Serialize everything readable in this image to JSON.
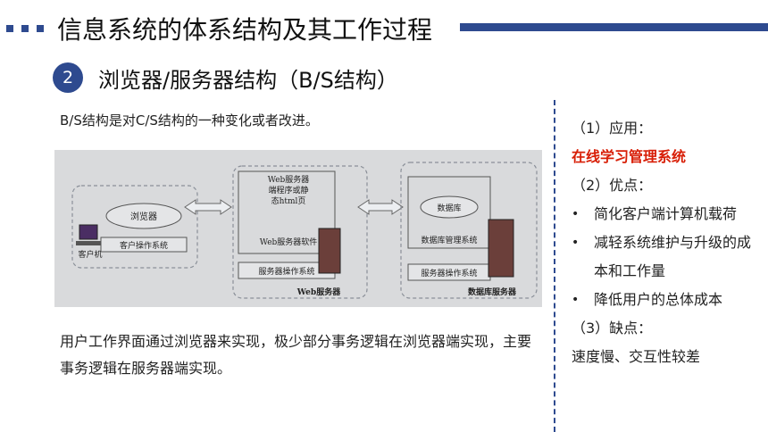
{
  "header": {
    "title": "信息系统的体系结构及其工作过程",
    "accent_color": "#2e4a8f"
  },
  "section": {
    "number": "2",
    "title": "浏览器/服务器结构（B/S结构）"
  },
  "intro": "B/S结构是对C/S结构的一种变化或者改进。",
  "diagram": {
    "browser": "浏览器",
    "client_os": "客户操作系统",
    "client": "客户机",
    "web_server_line1": "Web服务器",
    "web_server_line2": "端程序或静",
    "web_server_line3": "态html页",
    "web_server_software": "Web服务器软件",
    "server_os": "服务器操作系统",
    "web_server": "Web服务器",
    "database": "数据库",
    "db_system": "数据库管理系统",
    "db_server_os": "服务器操作系统",
    "db_server": "数据库服务器"
  },
  "body": "用户工作界面通过浏览器来实现，极少部分事务逻辑在浏览器端实现，主要事务逻辑在服务器端实现。",
  "side": {
    "application_heading": "（1）应用：",
    "application_value": "在线学习管理系统",
    "advantages_heading": "（2）优点：",
    "advantages": [
      "简化客户端计算机载荷",
      "减轻系统维护与升级的成本和工作量",
      "降低用户的总体成本"
    ],
    "disadvantages_heading": "（3）缺点：",
    "disadvantages_value": "速度慢、交互性较差"
  }
}
